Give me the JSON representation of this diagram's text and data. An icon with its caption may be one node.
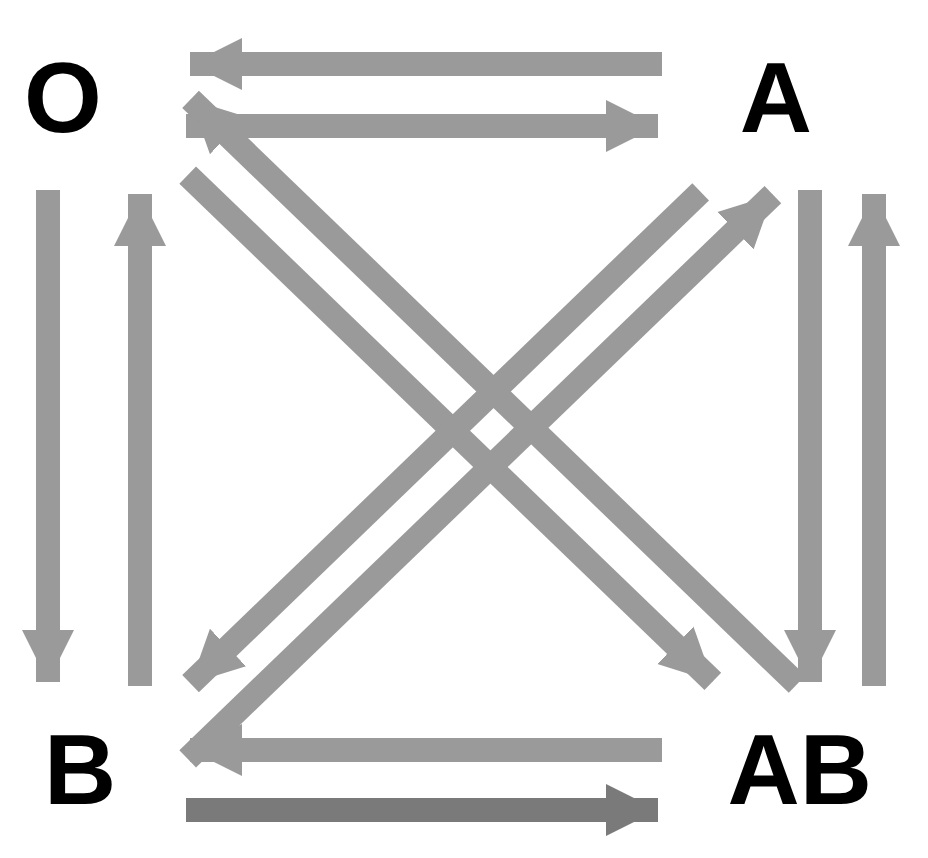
{
  "diagram": {
    "nodes": [
      {
        "text": [
          "O"
        ]
      },
      {
        "text": [
          "A"
        ]
      },
      {
        "text": [
          "B"
        ]
      },
      {
        "text": [
          "AB"
        ]
      }
    ],
    "edges": [
      {
        "from": 1,
        "to": 0,
        "arrow": "to"
      },
      {
        "from": 0,
        "to": 1,
        "arrow": "to"
      },
      {
        "from": 0,
        "to": 2,
        "arrow": "to"
      },
      {
        "from": 2,
        "to": 0,
        "arrow": "to"
      },
      {
        "from": 1,
        "to": 3,
        "arrow": "to"
      },
      {
        "from": 3,
        "to": 1,
        "arrow": "to"
      },
      {
        "from": 0,
        "to": 3,
        "arrow": "to"
      },
      {
        "from": 3,
        "to": 0,
        "arrow": "to"
      },
      {
        "from": 1,
        "to": 2,
        "arrow": "to"
      },
      {
        "from": 2,
        "to": 1,
        "arrow": "to"
      },
      {
        "from": 3,
        "to": 2,
        "arrow": "to"
      },
      {
        "from": 2,
        "to": 3,
        "arrow": "to",
        "color": "#7a7a7a"
      }
    ]
  }
}
